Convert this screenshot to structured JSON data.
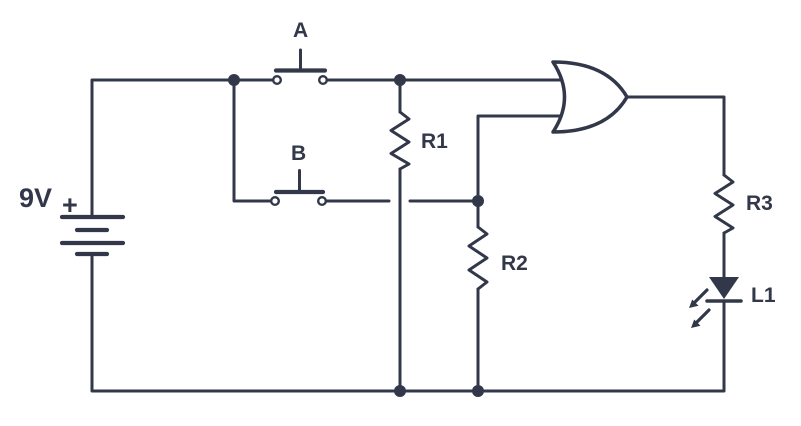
{
  "colors": {
    "line": "#323849",
    "background": "#ffffff"
  },
  "diagram": {
    "type": "logic-circuit-schematic",
    "description": "9V battery powering two parallel push buttons A and B feeding an OR gate through pull resistors R1 and R2; gate output drives LED L1 through resistor R3",
    "battery": {
      "label": "9V",
      "polarity": "+"
    },
    "switch_a": {
      "label": "A",
      "kind": "push-button"
    },
    "switch_b": {
      "label": "B",
      "kind": "push-button"
    },
    "resistor_r1": {
      "label": "R1"
    },
    "resistor_r2": {
      "label": "R2"
    },
    "resistor_r3": {
      "label": "R3"
    },
    "gate": {
      "type": "OR"
    },
    "led": {
      "label": "L1"
    }
  }
}
